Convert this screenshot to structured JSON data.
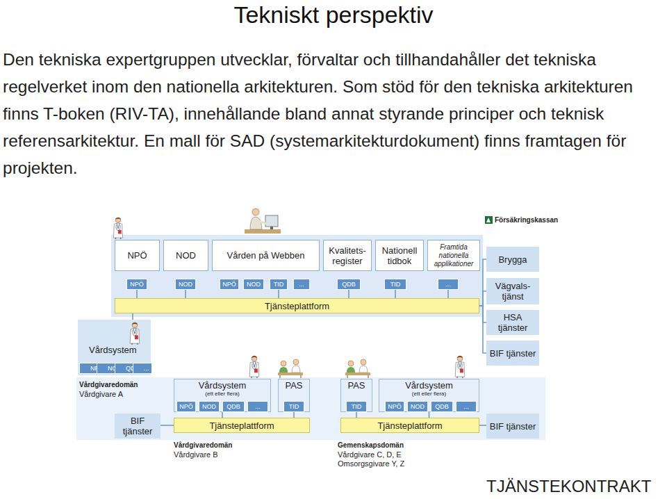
{
  "diagram": {
    "title": "Tekniskt perspektiv",
    "nodes": [
      {
        "text": [
          "NPÖ"
        ]
      },
      {
        "text": [
          "NOD"
        ]
      },
      {
        "text": [
          "Vården på Webben"
        ]
      },
      {
        "text": [
          "Kvalitets- register"
        ]
      },
      {
        "text": [
          "Nationell tidbok"
        ]
      },
      {
        "text": [
          "Framtida nationella applikationer"
        ]
      },
      {
        "text": [
          "Brygga"
        ]
      },
      {
        "text": [
          "NPÖ"
        ]
      },
      {
        "text": [
          "NOD"
        ]
      },
      {
        "text": [
          "NPÖ"
        ]
      },
      {
        "text": [
          "NOD"
        ]
      },
      {
        "text": [
          "TID"
        ]
      },
      {
        "text": [
          "..."
        ]
      },
      {
        "text": [
          "QDB"
        ]
      },
      {
        "text": [
          "TID"
        ]
      },
      {
        "text": [
          "..."
        ]
      },
      {
        "text": [
          "Vägvals- tjänst"
        ]
      },
      {
        "text": [
          "Tjänsteplattform"
        ]
      },
      {
        "text": [
          "HSA tjänster"
        ]
      },
      {
        "text": [
          "Vårdsystem"
        ]
      },
      {
        "text": [
          "NPÖ"
        ],
        "in": 19
      },
      {
        "text": [
          "NOD"
        ],
        "in": 19
      },
      {
        "text": [
          "QDB"
        ],
        "in": 19
      },
      {
        "text": [
          "..."
        ],
        "in": 19
      },
      {
        "text": [
          "BIF tjänster"
        ]
      },
      {
        "text": [
          "Vårdsystem",
          "(ett eller flera)"
        ]
      },
      {
        "text": [
          "NPÖ"
        ],
        "in": 25
      },
      {
        "text": [
          "NOD"
        ],
        "in": 25
      },
      {
        "text": [
          "QDB"
        ],
        "in": 25
      },
      {
        "text": [
          "..."
        ],
        "in": 25
      },
      {
        "text": [
          "PAS"
        ]
      },
      {
        "text": [
          "TID"
        ],
        "in": 30
      },
      {
        "text": [
          "PAS"
        ]
      },
      {
        "text": [
          "TID"
        ],
        "in": 32
      },
      {
        "text": [
          "Vårdsystem",
          "(ett eller flera)"
        ]
      },
      {
        "text": [
          "NPÖ"
        ],
        "in": 34
      },
      {
        "text": [
          "NOD"
        ],
        "in": 34
      },
      {
        "text": [
          "QDB"
        ],
        "in": 34
      },
      {
        "text": [
          "..."
        ],
        "in": 34
      },
      {
        "text": [
          "BIF tjänster"
        ]
      },
      {
        "text": [
          "Tjänsteplattform"
        ]
      },
      {
        "text": [
          "Tjänsteplattform"
        ]
      },
      {
        "text": [
          "BIF tjänster"
        ]
      }
    ],
    "edges": [
      {
        "from": 7,
        "to": 17,
        "arrow": "none"
      },
      {
        "from": 8,
        "to": 17,
        "arrow": "none"
      },
      {
        "from": 11,
        "to": 17,
        "arrow": "none"
      },
      {
        "from": 13,
        "to": 17,
        "arrow": "none"
      },
      {
        "from": 14,
        "to": 17,
        "arrow": "none"
      },
      {
        "from": 15,
        "to": 17,
        "arrow": "none"
      },
      {
        "from": 19,
        "to": 17,
        "arrow": "none"
      },
      {
        "from": 6,
        "to": 17,
        "arrow": "none"
      },
      {
        "from": 16,
        "to": 17,
        "arrow": "none"
      },
      {
        "from": 18,
        "to": 17,
        "arrow": "none"
      },
      {
        "from": 24,
        "to": 17,
        "arrow": "none"
      },
      {
        "from": 25,
        "to": 40,
        "arrow": "none"
      },
      {
        "from": 30,
        "to": 40,
        "arrow": "none"
      },
      {
        "from": 32,
        "to": 41,
        "arrow": "none"
      },
      {
        "from": 34,
        "to": 41,
        "arrow": "none"
      },
      {
        "from": 39,
        "to": 40,
        "arrow": "none"
      },
      {
        "from": 42,
        "to": 41,
        "arrow": "none"
      }
    ],
    "labels": [
      "Den tekniska expertgruppen utvecklar, förvaltar och tillhandahåller det tekniska regelverket inom den nationella arkitekturen. Som stöd för den tekniska arkitekturen finns T-boken (RIV-TA), innehållande bland annat styrande principer och teknisk referensarkitektur. En mall för SAD (systemarkitekturdokument) finns framtagen för projekten.",
      "Försäkringskassan",
      "Vårdgivaredomän",
      "Vårdgivare A",
      "Vårdgivaredomän",
      "Vårdgivare B",
      "Gemenskapsdomän",
      "Vårdgivare C, D, E",
      "Omsorgsgivare Y, Z",
      "TJÄNSTEKONTRAKT"
    ]
  }
}
